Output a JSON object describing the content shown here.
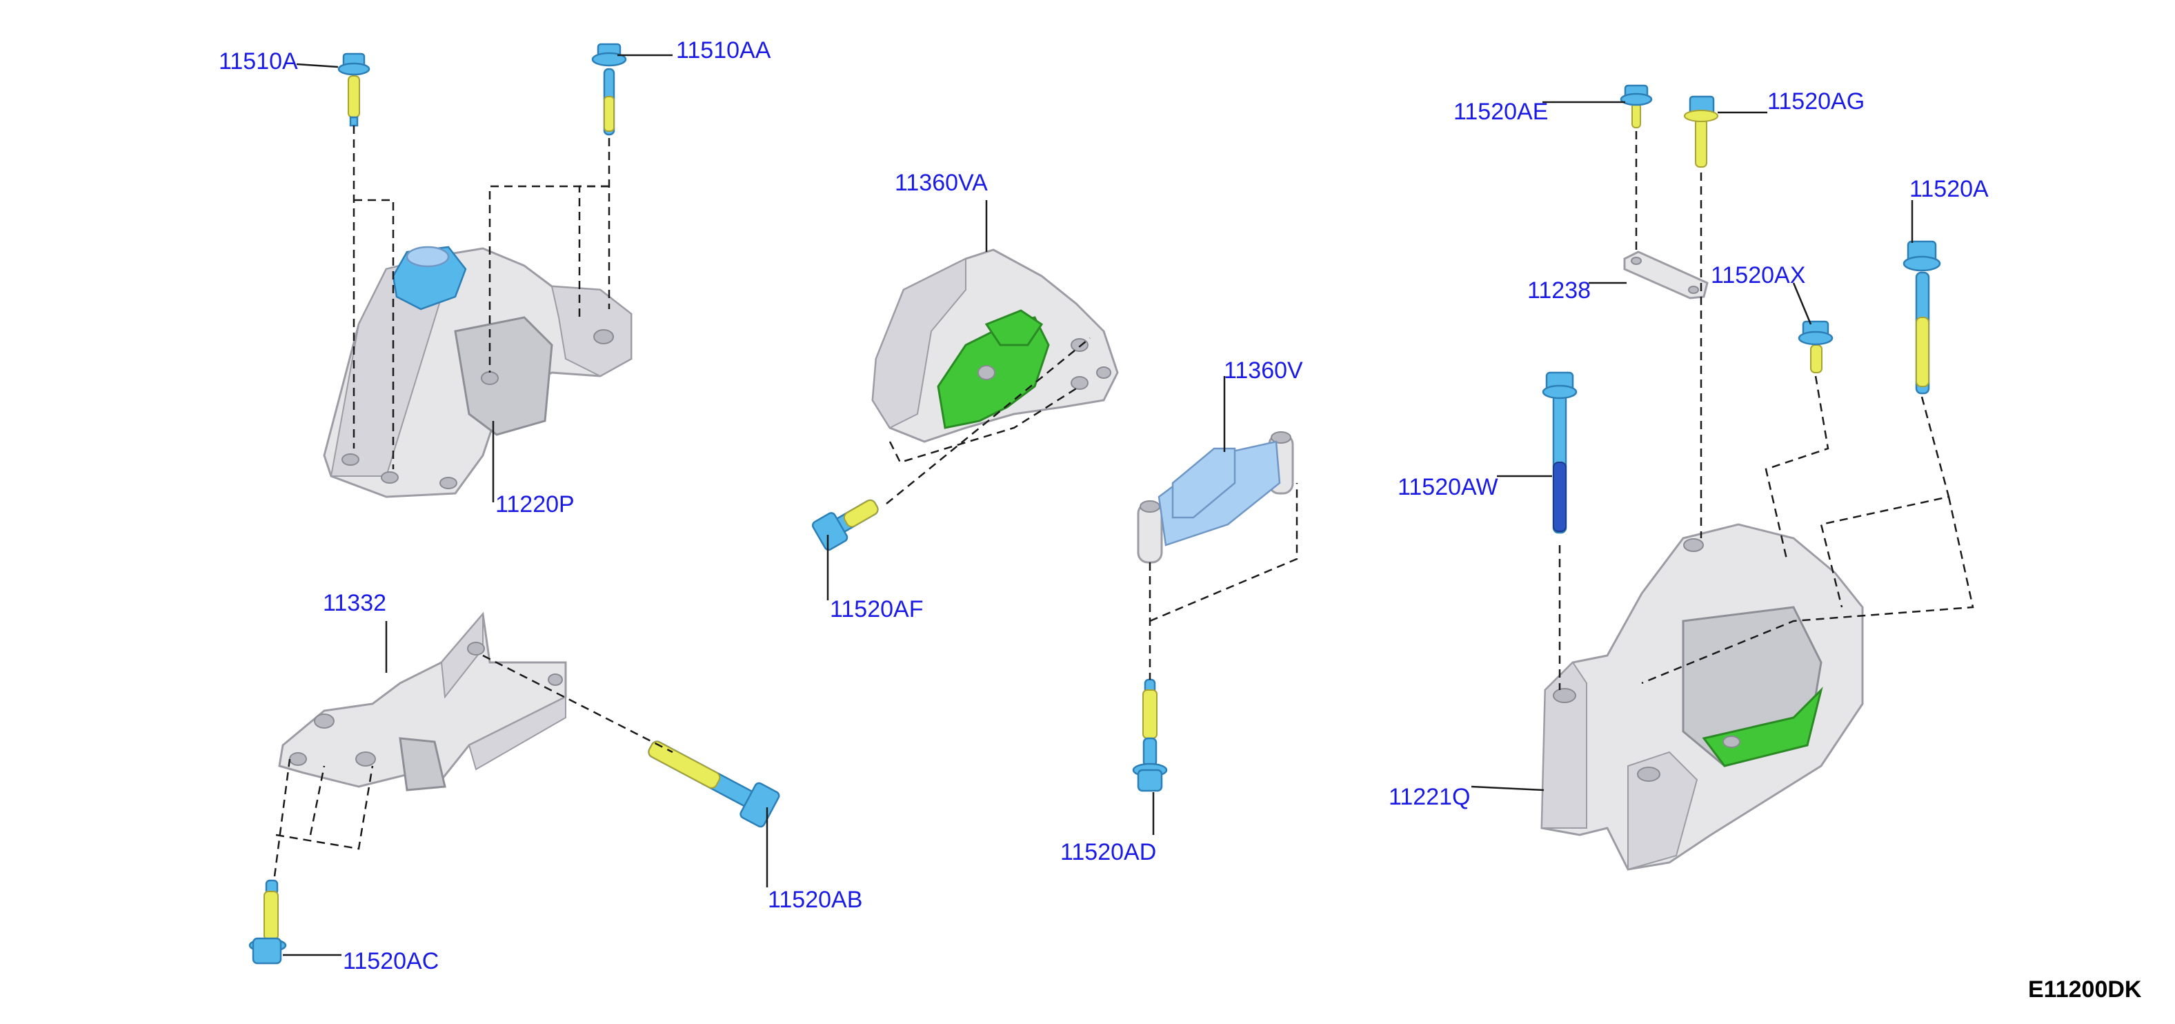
{
  "drawing_id": "E11200DK",
  "callouts": {
    "p11510A": "11510A",
    "p11510AA": "11510AA",
    "p11220P": "11220P",
    "p11332": "11332",
    "p11520AB": "11520AB",
    "p11520AC": "11520AC",
    "p11360VA": "11360VA",
    "p11520AF": "11520AF",
    "p11360V": "11360V",
    "p11520AD": "11520AD",
    "p11520AE": "11520AE",
    "p11520AG": "11520AG",
    "p11520A": "11520A",
    "p11238": "11238",
    "p11520AX": "11520AX",
    "p11520AW": "11520AW",
    "p11221Q": "11221Q"
  },
  "colors": {
    "label": "#1a1ae6",
    "aluminum": "#e6e6e9",
    "rubber": "#41c638",
    "fastener_head": "#56b8ea",
    "thread_coating": "#e9ec5a",
    "leader_line": "#1a1a1a"
  },
  "icons": {
    "fastener": "hex-flange-bolt-icon",
    "bracket": "engine-mount-bracket-icon",
    "insulator": "rubber-insulator-icon"
  }
}
